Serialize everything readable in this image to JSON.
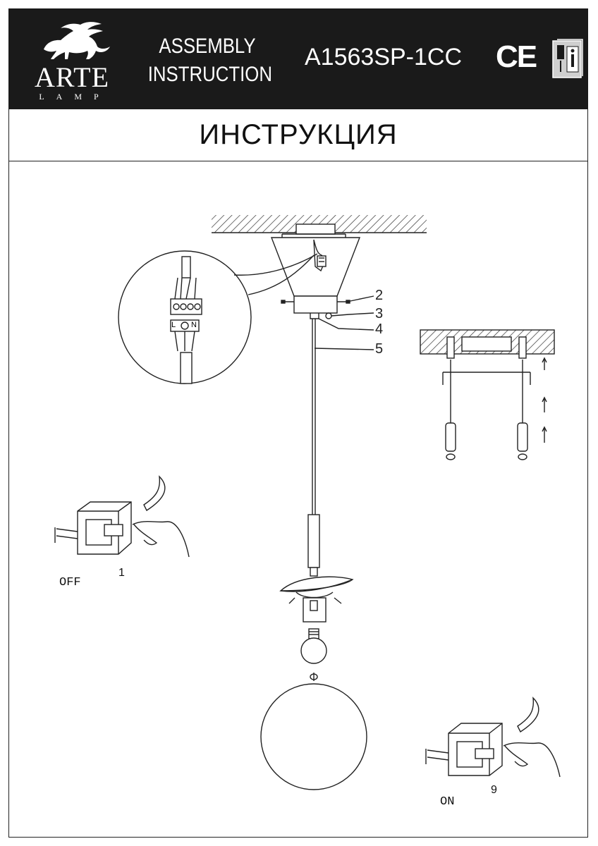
{
  "header": {
    "brand_name": "ARTE",
    "brand_sub": "LAMP",
    "doc_type_line1": "ASSEMBLY",
    "doc_type_line2": "INSTRUCTION",
    "model": "A1563SP-1CC",
    "cert_mark": "CE",
    "logo_icon": "griffin-icon",
    "manual_icon": "info-manual-icon"
  },
  "title": "ИНСТРУКЦИЯ",
  "diagram": {
    "callouts": [
      "2",
      "3",
      "4",
      "5"
    ],
    "terminal_labels": [
      "L",
      "N"
    ],
    "switch_off": {
      "label": "OFF",
      "step": "1"
    },
    "switch_on": {
      "label": "ON",
      "step": "9"
    }
  },
  "colors": {
    "header_bg": "#1a1a1a",
    "ink": "#222222"
  }
}
